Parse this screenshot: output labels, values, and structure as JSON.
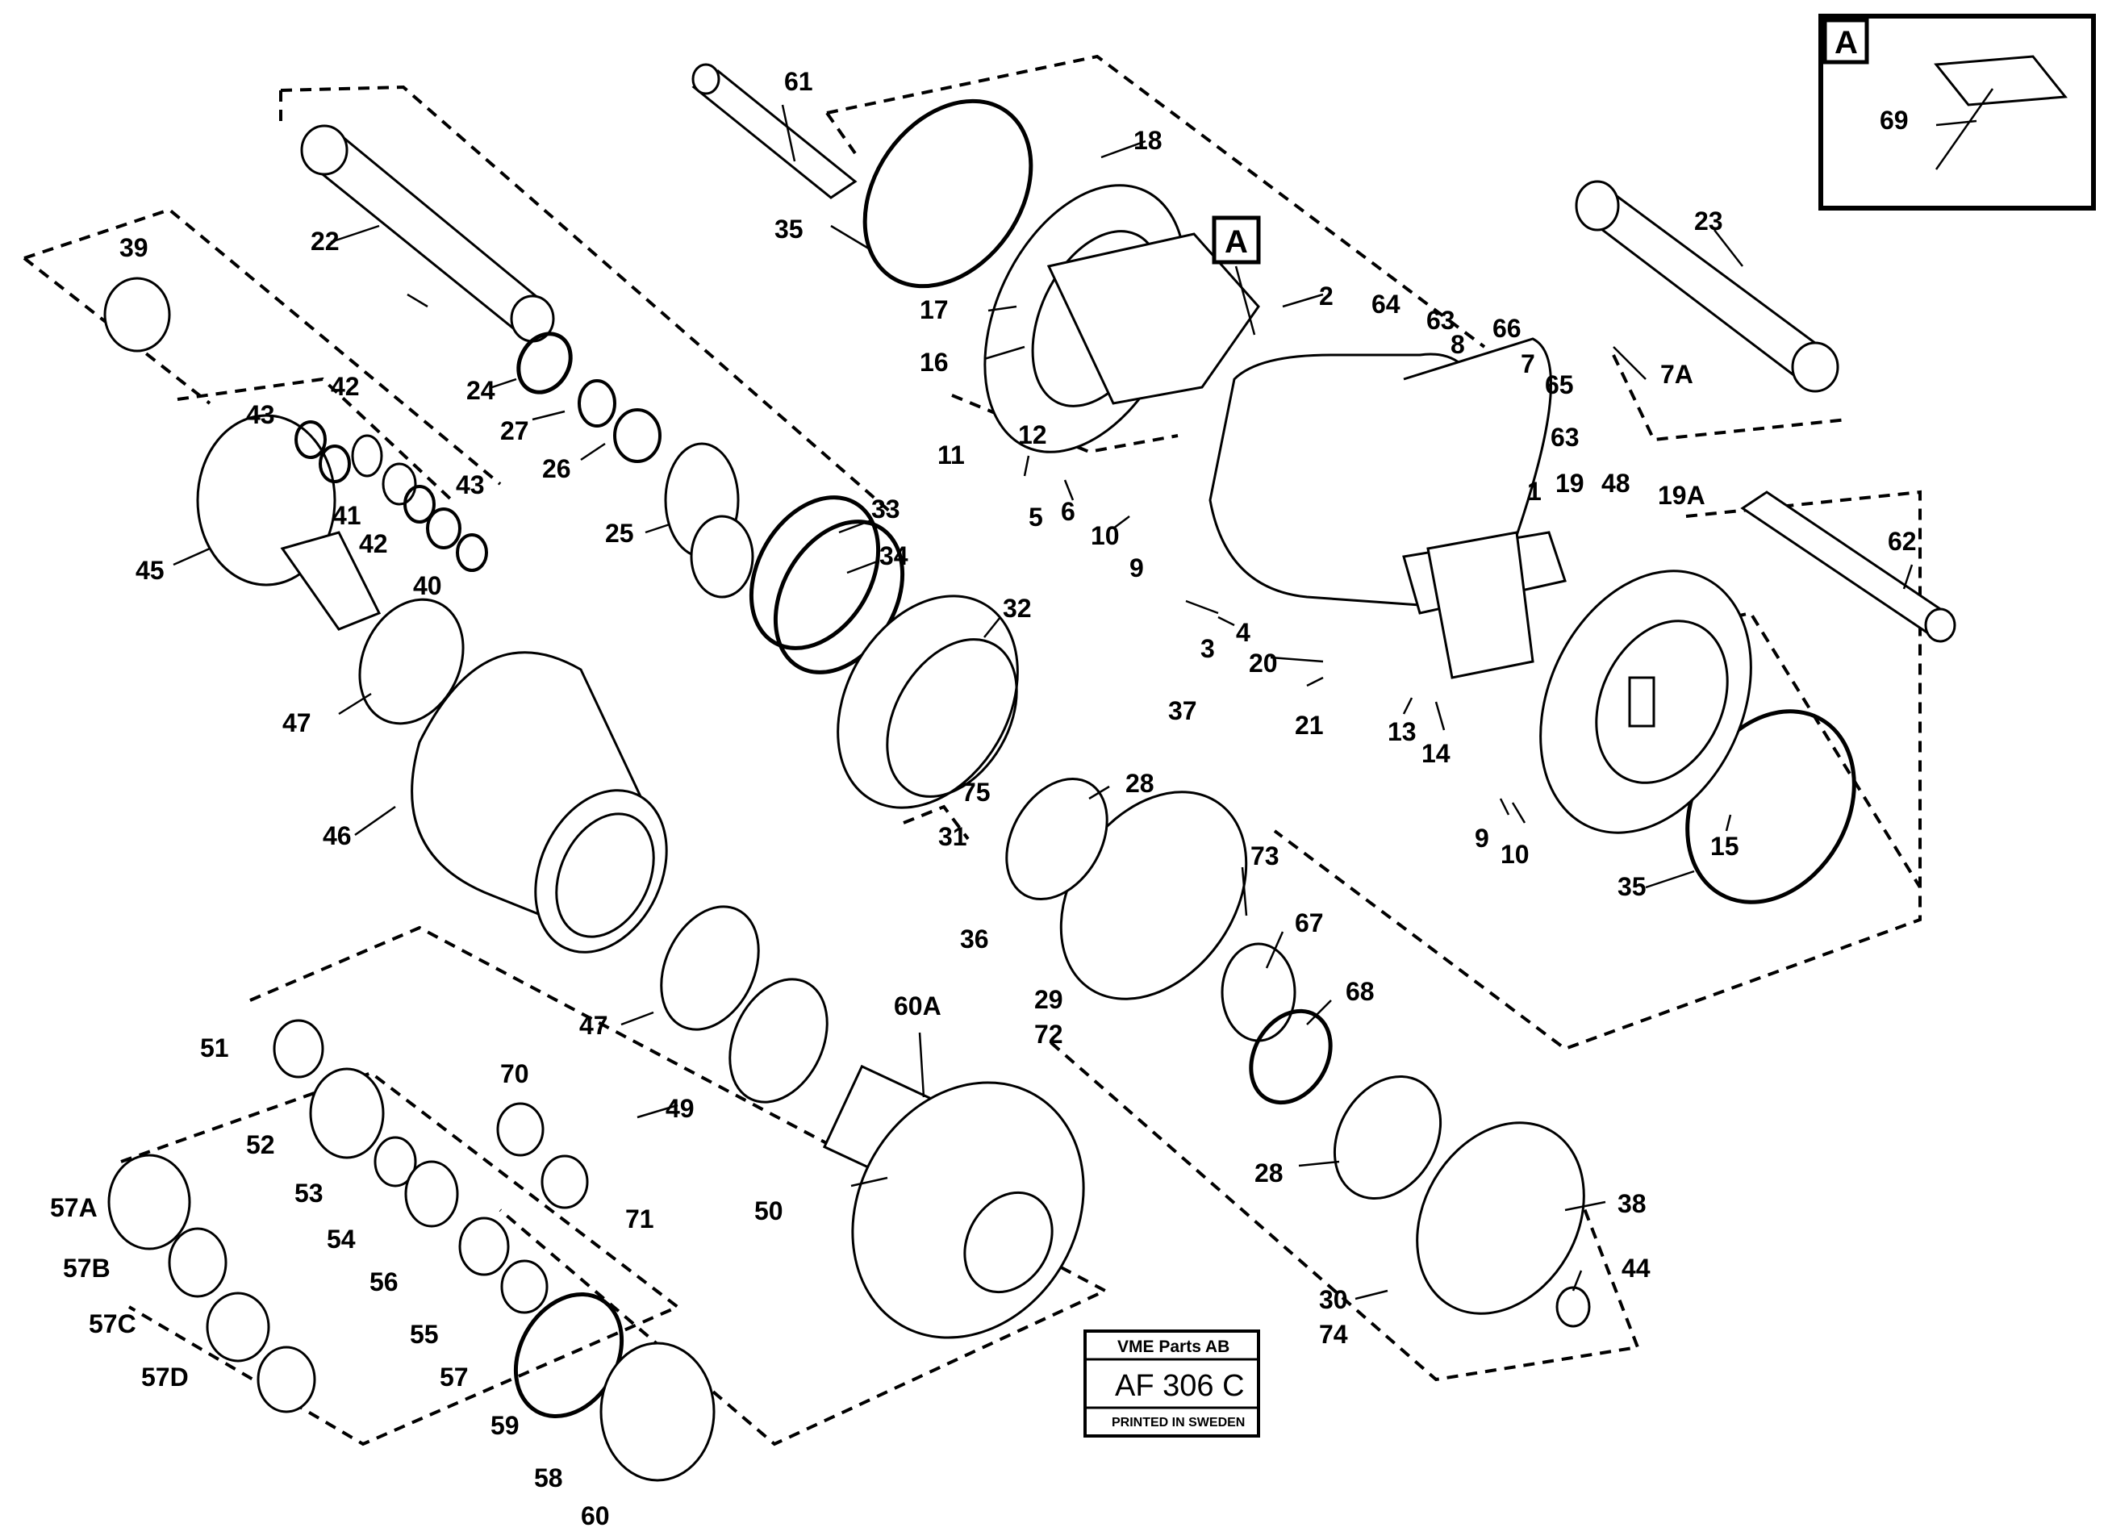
{
  "title_block": {
    "company": "VME Parts AB",
    "drawing_number": "AF 306 C",
    "printed": "PRINTED IN SWEDEN"
  },
  "inset": {
    "letter": "A",
    "part": "69"
  },
  "callout_box": "A",
  "labels": {
    "l1": "1",
    "l2": "2",
    "l3": "3",
    "l4": "4",
    "l5": "5",
    "l6": "6",
    "l7": "7",
    "l7A": "7A",
    "l8": "8",
    "l9a": "9",
    "l9b": "9",
    "l10a": "10",
    "l10b": "10",
    "l11": "11",
    "l12": "12",
    "l13": "13",
    "l14": "14",
    "l15": "15",
    "l16": "16",
    "l17": "17",
    "l18": "18",
    "l19": "19",
    "l19A": "19A",
    "l20": "20",
    "l21": "21",
    "l22": "22",
    "l23": "23",
    "l24": "24",
    "l25": "25",
    "l26": "26",
    "l27": "27",
    "l28a": "28",
    "l28b": "28",
    "l29": "29",
    "l72": "72",
    "l30": "30",
    "l74": "74",
    "l31": "31",
    "l32": "32",
    "l33": "33",
    "l34": "34",
    "l35a": "35",
    "l35b": "35",
    "l36": "36",
    "l37": "37",
    "l38": "38",
    "l39": "39",
    "l40": "40",
    "l41": "41",
    "l42a": "42",
    "l42b": "42",
    "l43a": "43",
    "l43b": "43",
    "l44": "44",
    "l45": "45",
    "l46": "46",
    "l47a": "47",
    "l47b": "47",
    "l48": "48",
    "l49": "49",
    "l50": "50",
    "l51": "51",
    "l52": "52",
    "l53": "53",
    "l54": "54",
    "l55": "55",
    "l56": "56",
    "l57": "57",
    "l57A": "57A",
    "l57B": "57B",
    "l57C": "57C",
    "l57D": "57D",
    "l58": "58",
    "l59": "59",
    "l60": "60",
    "l60A": "60A",
    "l61": "61",
    "l62": "62",
    "l63a": "63",
    "l63b": "63",
    "l64": "64",
    "l65": "65",
    "l66": "66",
    "l67": "67",
    "l68": "68",
    "l70": "70",
    "l71": "71",
    "l73": "73",
    "l75": "75"
  }
}
